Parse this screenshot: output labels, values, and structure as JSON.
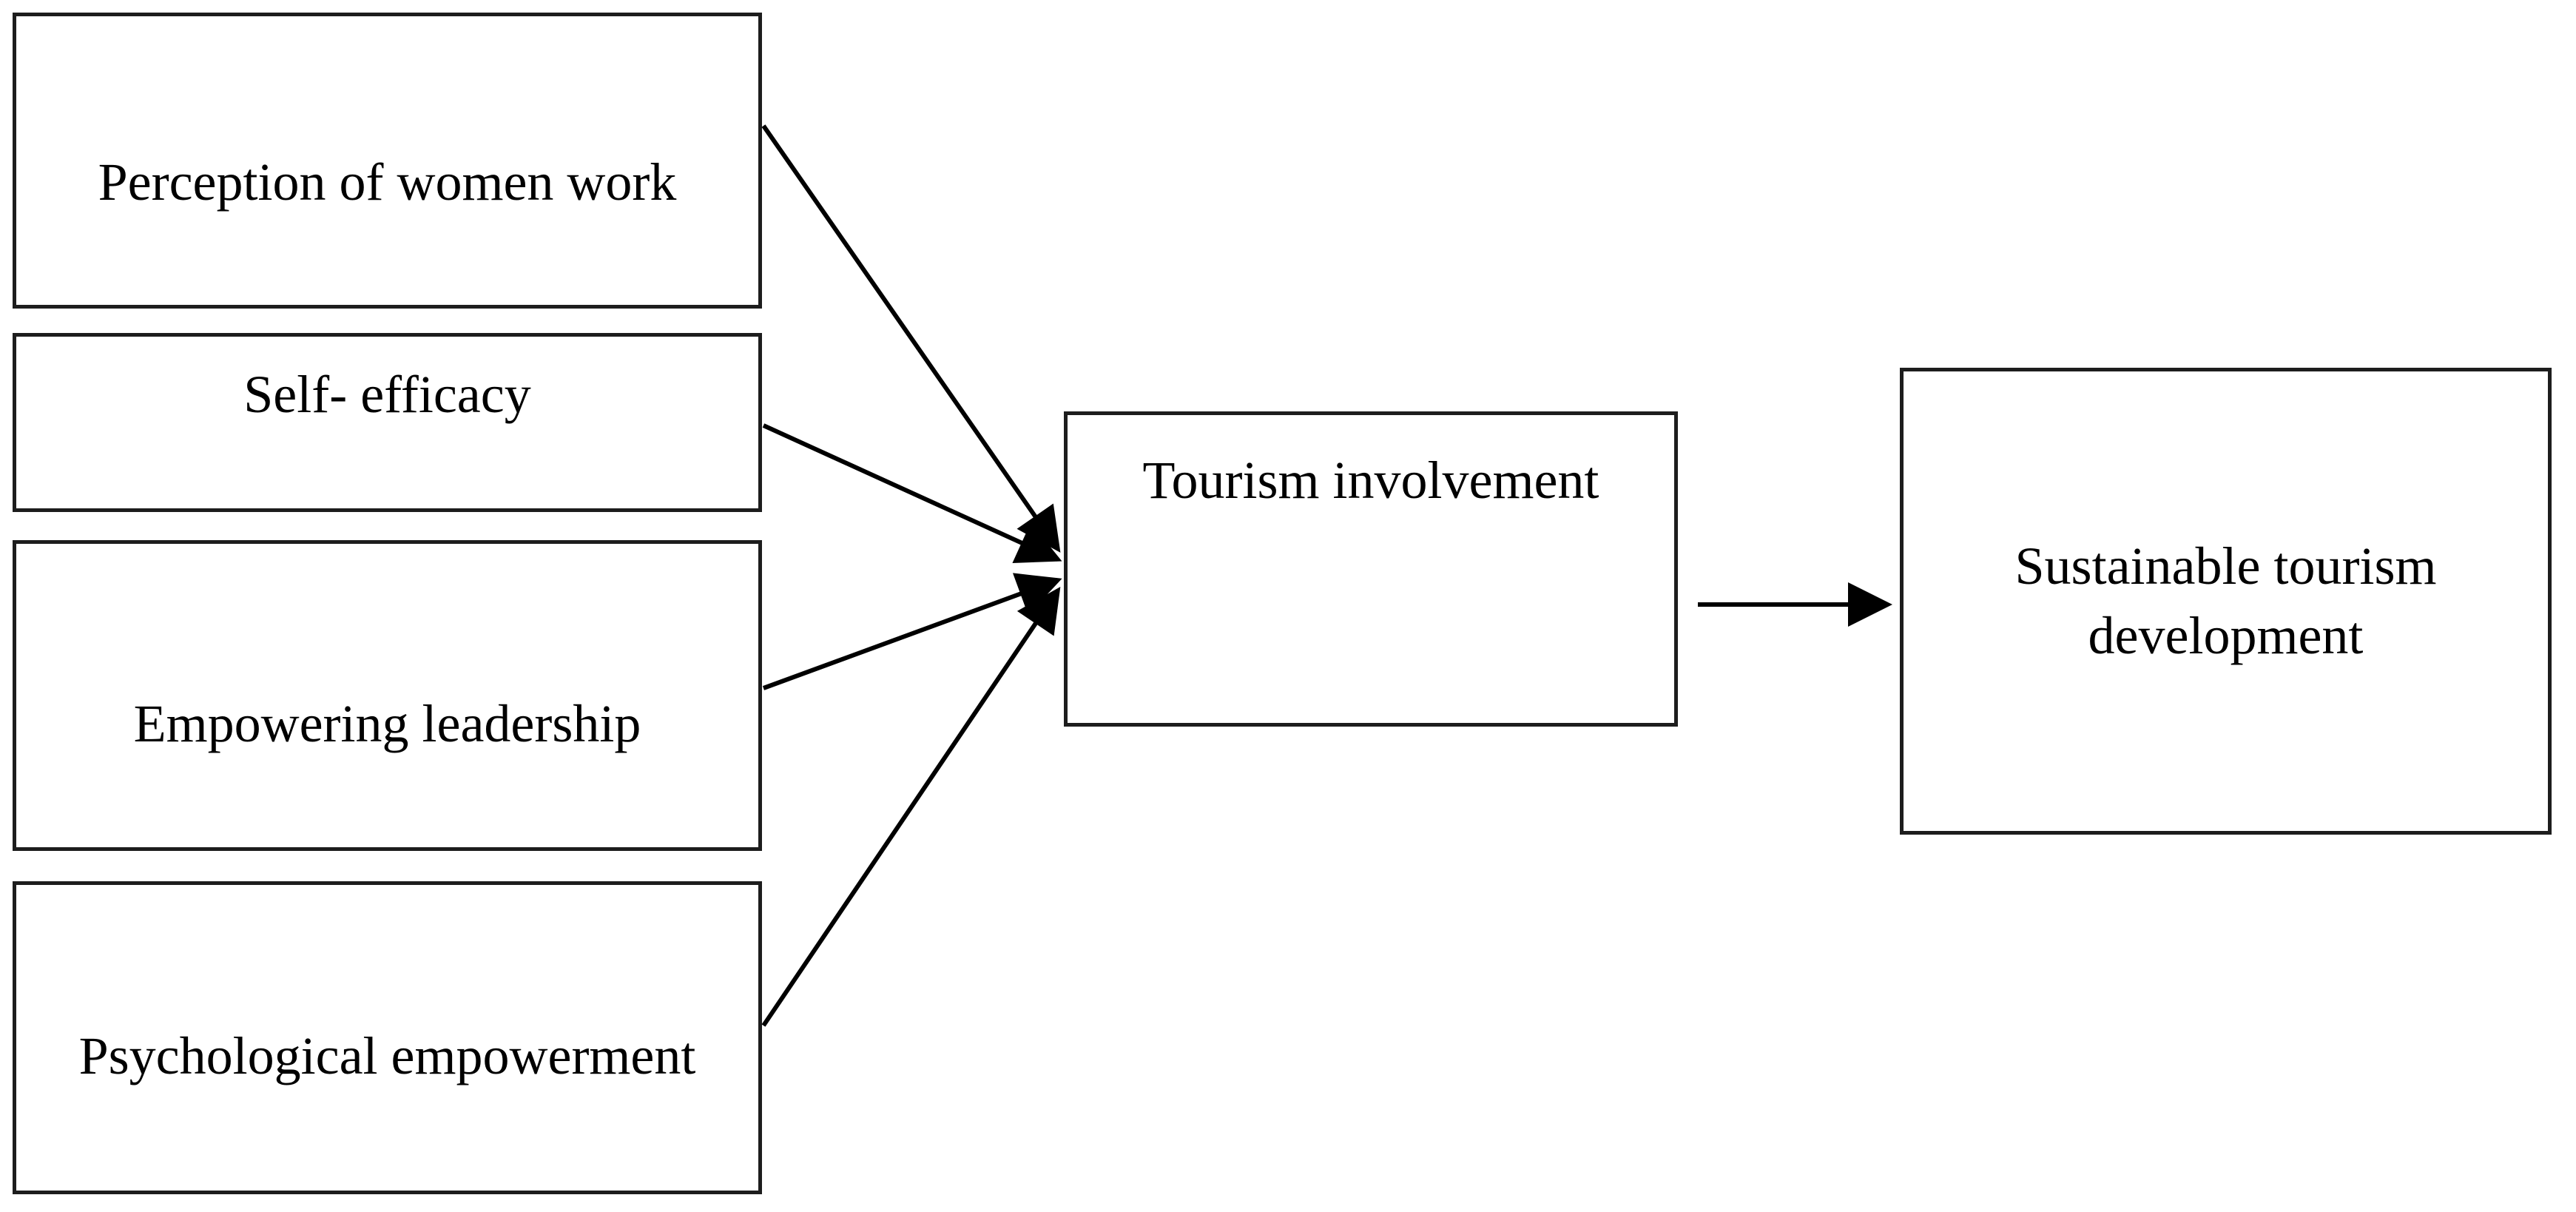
{
  "diagram": {
    "type": "conceptual-model",
    "nodes": {
      "perception": {
        "label": "Perception of women work",
        "role": "independent-variable"
      },
      "self_efficacy": {
        "label": "Self- efficacy",
        "role": "independent-variable"
      },
      "empowering": {
        "label": "Empowering leadership",
        "role": "independent-variable"
      },
      "psychological": {
        "label": "Psychological empowerment",
        "role": "independent-variable"
      },
      "tourism": {
        "label": "Tourism involvement",
        "role": "mediator"
      },
      "sustainable": {
        "label": "Sustainable tourism development",
        "role": "outcome"
      }
    },
    "edges": [
      {
        "from": "perception",
        "to": "tourism"
      },
      {
        "from": "self_efficacy",
        "to": "tourism"
      },
      {
        "from": "empowering",
        "to": "tourism"
      },
      {
        "from": "psychological",
        "to": "tourism"
      },
      {
        "from": "tourism",
        "to": "sustainable"
      }
    ],
    "colors": {
      "background": "#ffffff",
      "box_border": "#1d1d1d",
      "arrow": "#000000",
      "text": "#000000"
    }
  }
}
